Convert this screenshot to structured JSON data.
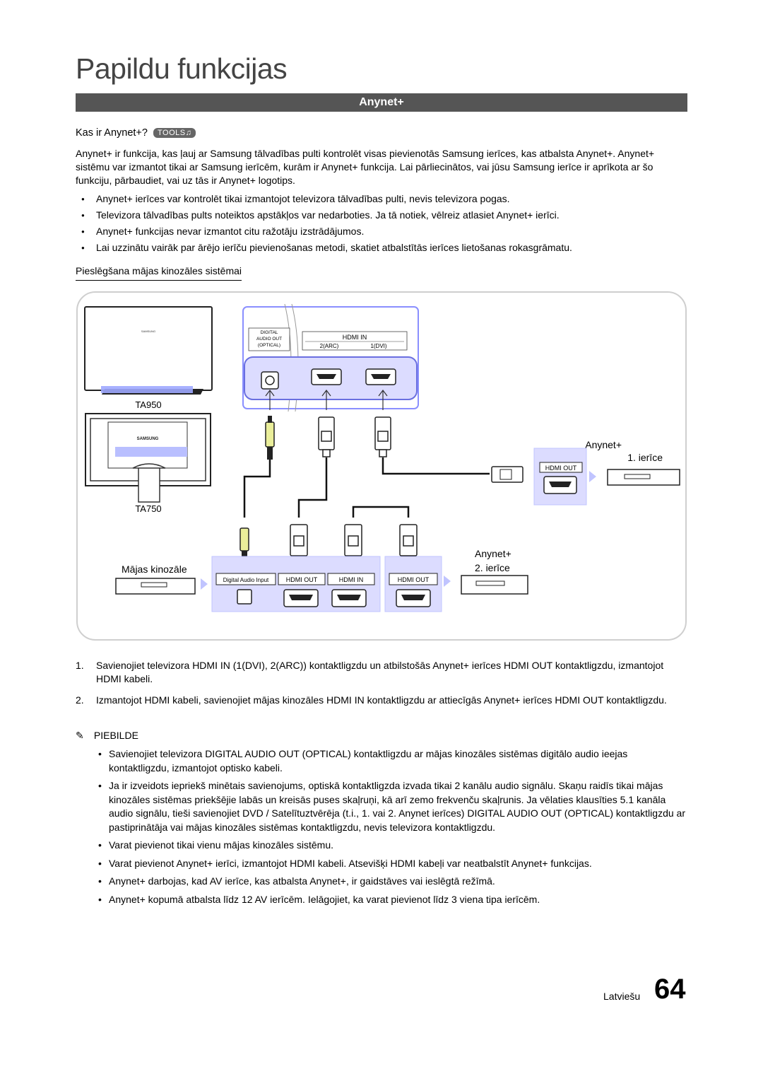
{
  "chapter_title": "Papildu funkcijas",
  "section_title": "Anynet+",
  "subsection": {
    "title": "Kas ir Anynet+?",
    "badge": "TOOLS♫"
  },
  "intro_text": "Anynet+ ir funkcija, kas ļauj ar Samsung tālvadības pulti kontrolēt visas pievienotās Samsung ierīces, kas atbalsta Anynet+. Anynet+ sistēmu var izmantot tikai ar Samsung ierīcēm, kurām ir Anynet+ funkcija. Lai pārliecinātos, vai jūsu Samsung ierīce ir aprīkota ar šo funkciju, pārbaudiet, vai uz tās ir Anynet+ logotips.",
  "bullets": [
    "Anynet+ ierīces var kontrolēt tikai izmantojot televizora tālvadības pulti, nevis televizora pogas.",
    "Televizora tālvadības pults noteiktos apstākļos var nedarboties. Ja tā notiek, vēlreiz atlasiet Anynet+ ierīci.",
    "Anynet+ funkcijas nevar izmantot citu ražotāju izstrādājumos.",
    "Lai uzzinātu vairāk par ārējo ierīču pievienošanas metodi, skatiet atbalstītās ierīces lietošanas rokasgrāmatu."
  ],
  "connection_heading": "Pieslēgšana mājas kinozāles sistēmai",
  "diagram": {
    "tv_models": [
      "TA950",
      "TA750"
    ],
    "brand": "SAMSUNG",
    "tv_ports": {
      "digital_1": "DIGITAL",
      "digital_2": "AUDIO OUT",
      "digital_3": "(OPTICAL)",
      "hdmi_in": "HDMI IN",
      "port_2": "2(ARC)",
      "port_1": "1(DVI)"
    },
    "device1": {
      "line1": "Anynet+",
      "line2": "1. ierīce",
      "port": "HDMI OUT"
    },
    "device2": {
      "line1": "Anynet+",
      "line2": "2. ierīce",
      "port": "HDMI OUT"
    },
    "home_theater": {
      "label": "Mājas kinozāle",
      "port_digital": "Digital Audio Input",
      "port_hdmi_out": "HDMI OUT",
      "port_hdmi_in": "HDMI IN"
    }
  },
  "steps": [
    {
      "num": "1.",
      "text_a": "Savienojiet televizora ",
      "hl1": "HDMI IN (1(DVI), 2(ARC))",
      "text_b": " kontaktligzdu un atbilstošās Anynet+ ierīces HDMI OUT kontaktligzdu, izmantojot HDMI kabeli."
    },
    {
      "num": "2.",
      "text": "Izmantojot HDMI kabeli, savienojiet mājas kinozāles HDMI IN kontaktligzdu ar attiecīgās Anynet+ ierīces HDMI OUT kontaktligzdu."
    }
  ],
  "note_heading": "PIEBILDE",
  "notes": [
    {
      "a": "Savienojiet televizora ",
      "hl": "DIGITAL AUDIO OUT (OPTICAL)",
      "b": " kontaktligzdu ar mājas kinozāles sistēmas digitālo audio ieejas kontaktligzdu, izmantojot optisko kabeli."
    },
    {
      "a": "Ja ir izveidots iepriekš minētais savienojums, optiskā kontaktligzda izvada tikai 2 kanālu audio signālu. Skaņu raidīs tikai mājas kinozāles sistēmas priekšējie labās un kreisās puses skaļruņi, kā arī zemo frekvenču skaļrunis. Ja vēlaties klausīties 5.1 kanāla audio signālu, tieši savienojiet DVD / Satelītuztvērēja (t.i., 1. vai 2. Anynet ierīces) ",
      "hl": "DIGITAL AUDIO OUT (OPTICAL)",
      "b": " kontaktligzdu ar pastiprinātāja vai mājas kinozāles sistēmas kontaktligzdu, nevis televizora kontaktligzdu."
    },
    {
      "a": "Varat pievienot tikai vienu mājas kinozāles sistēmu."
    },
    {
      "a": "Varat pievienot Anynet+ ierīci, izmantojot HDMI kabeli. Atsevišķi HDMI kabeļi var neatbalstīt Anynet+ funkcijas."
    },
    {
      "a": "Anynet+ darbojas, kad AV ierīce, kas atbalsta Anynet+, ir gaidstāves vai ieslēgtā režīmā."
    },
    {
      "a": "Anynet+ kopumā atbalsta līdz 12 AV ierīcēm. Ielāgojiet, ka varat pievienot līdz 3 viena tipa ierīcēm."
    }
  ],
  "footer": {
    "language": "Latviešu",
    "page_number": "64"
  }
}
